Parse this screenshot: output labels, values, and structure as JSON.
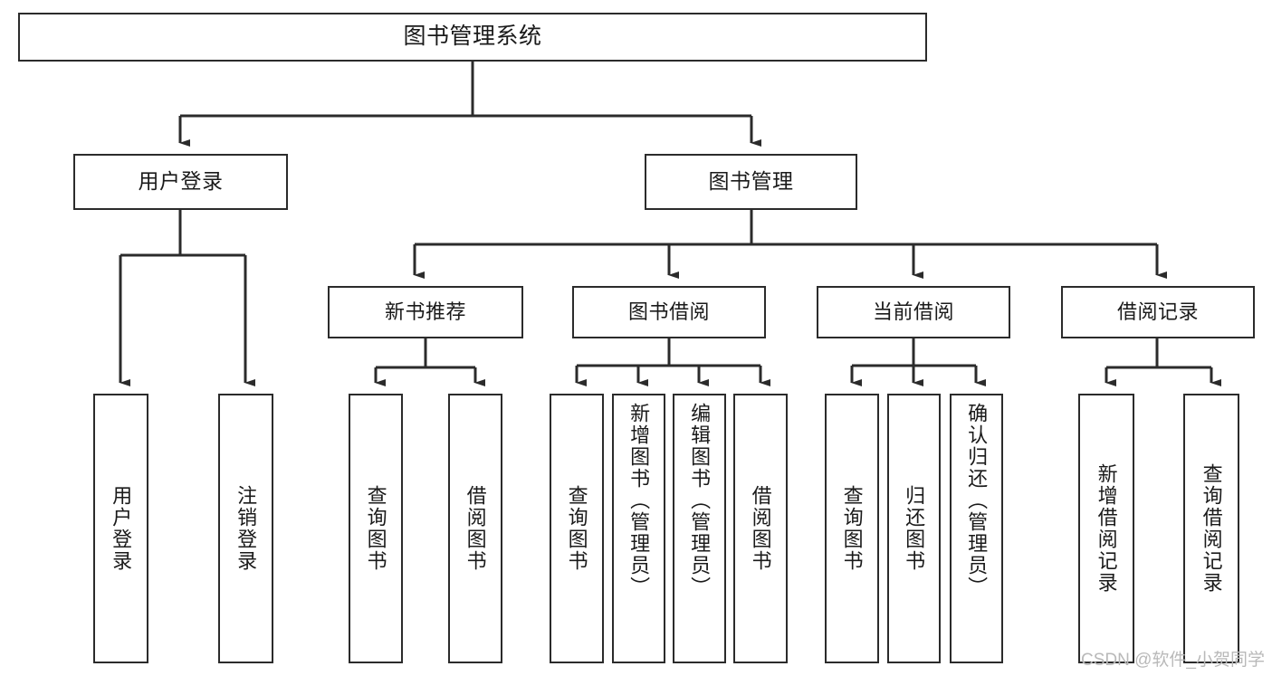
{
  "diagram": {
    "type": "tree-hierarchy-chart",
    "title": "图书管理系统",
    "background_color": "#ffffff",
    "line_color": "#2b2b2b",
    "box_fill": "#ffffff",
    "text_color": "#1a1a1a",
    "root": {
      "id": "root",
      "label": "图书管理系统"
    },
    "level2": [
      {
        "id": "user-login",
        "label": "用户登录"
      },
      {
        "id": "book-manage",
        "label": "图书管理"
      }
    ],
    "level3": [
      {
        "id": "new-book",
        "label": "新书推荐",
        "parent": "book-manage"
      },
      {
        "id": "borrow",
        "label": "图书借阅",
        "parent": "book-manage"
      },
      {
        "id": "current",
        "label": "当前借阅",
        "parent": "book-manage"
      },
      {
        "id": "record",
        "label": "借阅记录",
        "parent": "book-manage"
      }
    ],
    "leaves": [
      {
        "id": "leaf-user-login",
        "label": "用户登录",
        "parent": "user-login"
      },
      {
        "id": "leaf-logout",
        "label": "注销登录",
        "parent": "user-login"
      },
      {
        "id": "leaf-query-book-1",
        "label": "查询图书",
        "parent": "new-book"
      },
      {
        "id": "leaf-borrow-book-1",
        "label": "借阅图书",
        "parent": "new-book"
      },
      {
        "id": "leaf-query-book-2",
        "label": "查询图书",
        "parent": "borrow"
      },
      {
        "id": "leaf-add-book",
        "label": "新增图书（管理员）",
        "parent": "borrow"
      },
      {
        "id": "leaf-edit-book",
        "label": "编辑图书（管理员）",
        "parent": "borrow"
      },
      {
        "id": "leaf-borrow-book-2",
        "label": "借阅图书",
        "parent": "borrow"
      },
      {
        "id": "leaf-query-book-3",
        "label": "查询图书",
        "parent": "current"
      },
      {
        "id": "leaf-return-book",
        "label": "归还图书",
        "parent": "current"
      },
      {
        "id": "leaf-confirm-ret",
        "label": "确认归还（管理员）",
        "parent": "current"
      },
      {
        "id": "leaf-add-record",
        "label": "新增借阅记录",
        "parent": "record"
      },
      {
        "id": "leaf-query-record",
        "label": "查询借阅记录",
        "parent": "record"
      }
    ]
  },
  "watermark": {
    "text": "CSDN @软件_小贺同学"
  }
}
